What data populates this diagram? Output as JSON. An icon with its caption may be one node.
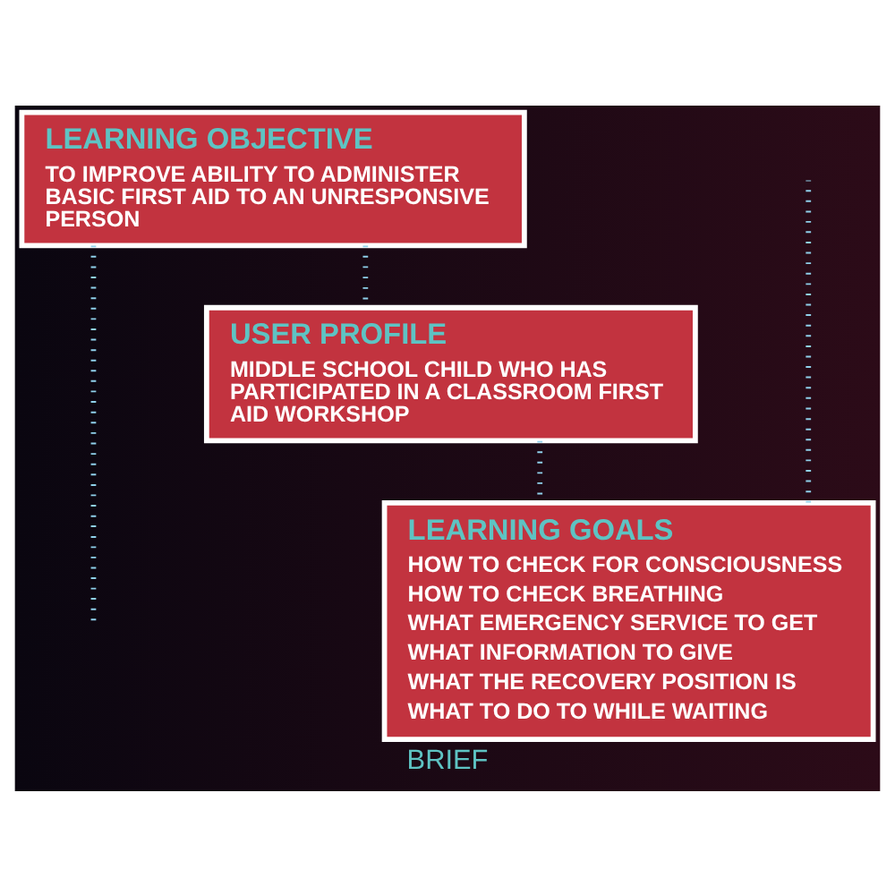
{
  "diagram": {
    "caption": "BRIEF",
    "nodes": [
      {
        "text": [
          "LEARNING OBJECTIVE",
          "TO IMPROVE ABILITY TO ADMINISTER BASIC FIRST AID TO AN UNRESPONSIVE PERSON"
        ]
      },
      {
        "text": [
          "USER PROFILE",
          "MIDDLE SCHOOL CHILD WHO HAS PARTICIPATED IN A CLASSROOM FIRST AID WORKSHOP"
        ]
      },
      {
        "text": [
          "LEARNING GOALS",
          "HOW TO CHECK FOR CONSCIOUSNESS",
          "HOW TO CHECK BREATHING",
          "WHAT EMERGENCY SERVICE TO GET",
          "WHAT INFORMATION TO GIVE",
          "WHAT THE RECOVERY POSITION IS",
          "WHAT TO DO TO WHILE WAITING"
        ]
      }
    ],
    "edges": [
      {
        "from": 0,
        "to": null,
        "arrow": "none"
      },
      {
        "from": 0,
        "to": 1,
        "arrow": "none"
      },
      {
        "from": 1,
        "to": 2,
        "arrow": "none"
      },
      {
        "from": 2,
        "to": null,
        "arrow": "none"
      }
    ]
  }
}
